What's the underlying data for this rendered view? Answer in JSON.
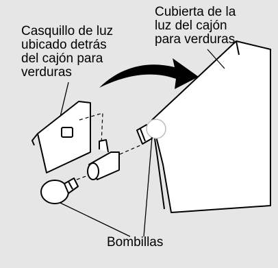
{
  "labels": {
    "socket": [
      "Casquillo de luz",
      "ubicado detrás",
      "del cajón para",
      "verduras"
    ],
    "cover": [
      "Cubierta de la",
      "luz del cajón",
      "para verduras"
    ],
    "bulbs": "Bombillas"
  },
  "colors": {
    "background": "#e6e6e6",
    "line": "#000000",
    "fill": "#ffffff"
  },
  "icons": {
    "arrow": "curved-arrow-icon"
  }
}
